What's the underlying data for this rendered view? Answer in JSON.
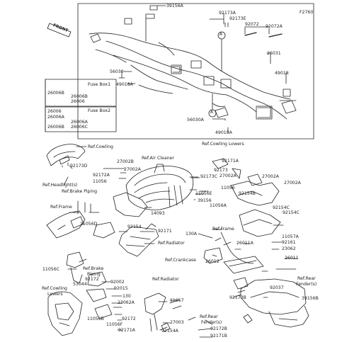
{
  "diagram_code": "F2760",
  "front_label": "FRONT",
  "fuse_box_1": {
    "title": "Fuse Box1",
    "parts": [
      "26006B",
      "26006B",
      "26006"
    ]
  },
  "fuse_box_2": {
    "title": "Fuse Box2",
    "parts": [
      "26006",
      "26006A",
      "26006A",
      "26006B",
      "26006C"
    ]
  },
  "callout_letter": "A",
  "parts": {
    "p39156A": "39156A",
    "p92173A": "92173A",
    "p92173E": "92173E",
    "p92072": "92072",
    "p92072A": "92072A",
    "p26031": "26031",
    "p49018": "49018",
    "p56030": "56030",
    "p49018A_1": "49018A",
    "p56030A": "56030A",
    "p49018A_2": "49018A",
    "p92173D": "92173D",
    "p27002B": "27002B",
    "p27002A_1": "27002A",
    "p92172A": "92172A",
    "p11056_1": "11056",
    "p92173C": "92173C",
    "p11056E": "11056E",
    "p39156": "39156",
    "p92171A_1": "92171A",
    "p92173": "92173",
    "p27002A_2": "27002A",
    "p27002A_3": "27002A",
    "p27002A_4": "27002A",
    "p92154B": "92154B",
    "p11056A": "11056A",
    "p92154C_1": "92154C",
    "p92154C_2": "92154C",
    "p14093": "14093",
    "p11056D": "11056D",
    "p92154": "92154",
    "p92171": "92171",
    "p130A": "130A",
    "p11057A": "11057A",
    "p26011A": "26011A",
    "p92161": "92161",
    "p23062": "23062",
    "p11056C": "11056C",
    "p92172": "92172",
    "p53044": "53044",
    "p26012": "26012",
    "p26011": "26011",
    "p92002": "92002",
    "p92015": "92015",
    "p130": "130",
    "p23062A": "23062A",
    "p92037": "92037",
    "p11056B": "11056B",
    "p92172_2": "92172",
    "p11056F": "11056F",
    "p92171A_2": "92171A",
    "p11057": "11057",
    "p92173B": "92173B",
    "p39156B": "39156B",
    "p27003": "27003",
    "p92154A": "92154A",
    "p92172B": "92172B",
    "p92171B": "92171B",
    "p11056_2": "11056"
  },
  "references": {
    "cowling": "Ref.Cowling",
    "headlight": "Ref.Headlight(s)",
    "brake_piping_1": "Ref.Brake Piping",
    "air_cleaner": "Ref.Air Cleaner",
    "cowling_lowers_1": "Ref.Cowling Lowers",
    "frame_1": "Ref.Frame",
    "frame_2": "Ref.Frame",
    "radiator_1": "Ref.Radiator",
    "crankcase": "Ref.Crankcase",
    "brake_piping_2a": "Ref.Brake",
    "brake_piping_2b": "Piping",
    "cowling_lowers_2a": "Ref.Cowling",
    "cowling_lowers_2b": "Lowers",
    "radiator_2": "Ref.Radiator",
    "rear_fenders_1a": "Ref.Rear",
    "rear_fenders_1b": "Fender(s)",
    "rear_fenders_2a": "Ref.Rear",
    "rear_fenders_2b": "Fender(s)"
  }
}
